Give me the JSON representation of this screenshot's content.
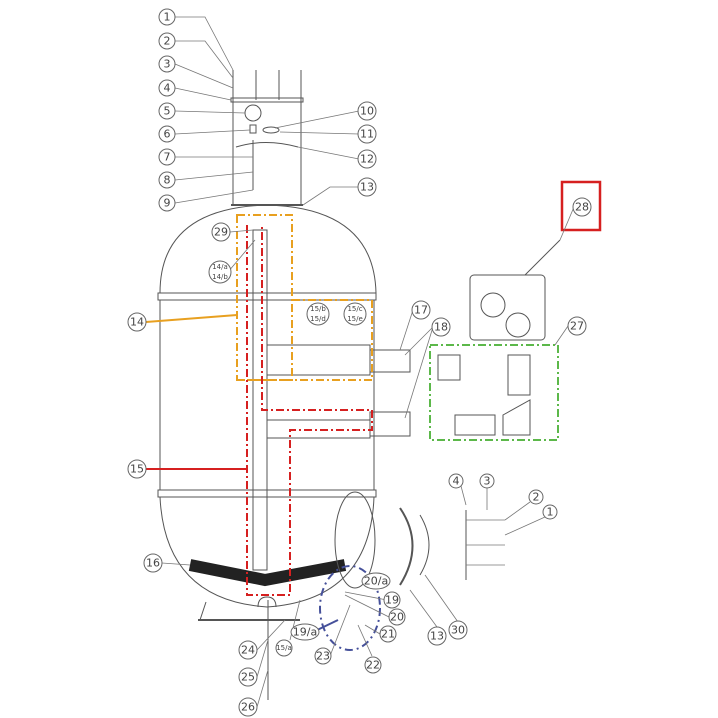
{
  "diagram": {
    "title_hidden": false,
    "colors": {
      "orange": "#e8a020",
      "red": "#d62020",
      "green": "#5cb84a",
      "blue": "#45509a",
      "highlight_box": "#d62020"
    },
    "callouts": {
      "c1": "1",
      "c2": "2",
      "c3": "3",
      "c4": "4",
      "c5": "5",
      "c6": "6",
      "c7": "7",
      "c8": "8",
      "c9": "9",
      "c10": "10",
      "c11": "11",
      "c12": "12",
      "c13": "13",
      "c14": "14",
      "c14a": "14/a",
      "c14b": "14/b",
      "c15": "15",
      "c15a": "15/a",
      "c15b": "15/b",
      "c15d": "15/d",
      "c15c": "15/c",
      "c15e": "15/e",
      "c16": "16",
      "c17": "17",
      "c18": "18",
      "c19": "19",
      "c19a": "19/a",
      "c20": "20",
      "c20a": "20/a",
      "c21": "21",
      "c22": "22",
      "c23": "23",
      "c24": "24",
      "c25": "25",
      "c26": "26",
      "c27": "27",
      "c28": "28",
      "c29": "29",
      "c30": "30",
      "d13": "13",
      "r1": "1",
      "r2": "2",
      "r3": "3",
      "r4": "4"
    }
  }
}
